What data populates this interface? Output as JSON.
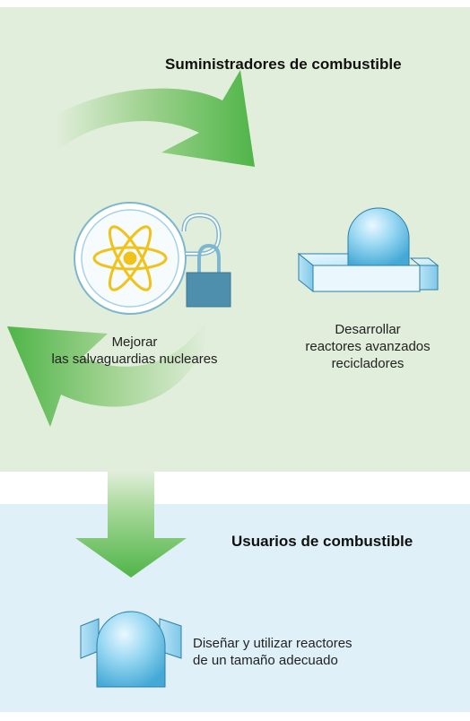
{
  "suppliers": {
    "title": "Suministradores de combustible",
    "safeguards_line1": "Mejorar",
    "safeguards_line2": "las salvaguardias nucleares",
    "reactor_line1": "Desarrollar",
    "reactor_line2": "reactores avanzados",
    "reactor_line3": "recicladores"
  },
  "users": {
    "title": "Usuarios de combustible",
    "reactor_line1": "Diseñar y utilizar reactores",
    "reactor_line2": "de un tamaño adecuado"
  },
  "colors": {
    "supplier_panel": "#e1eedb",
    "user_panel": "#e0f0f9",
    "arrow_green": "#4fb548",
    "atom_yellow": "#f0c21a",
    "lock_blue": "#4f8fae",
    "reactor_blue": "#8fd3f0"
  }
}
